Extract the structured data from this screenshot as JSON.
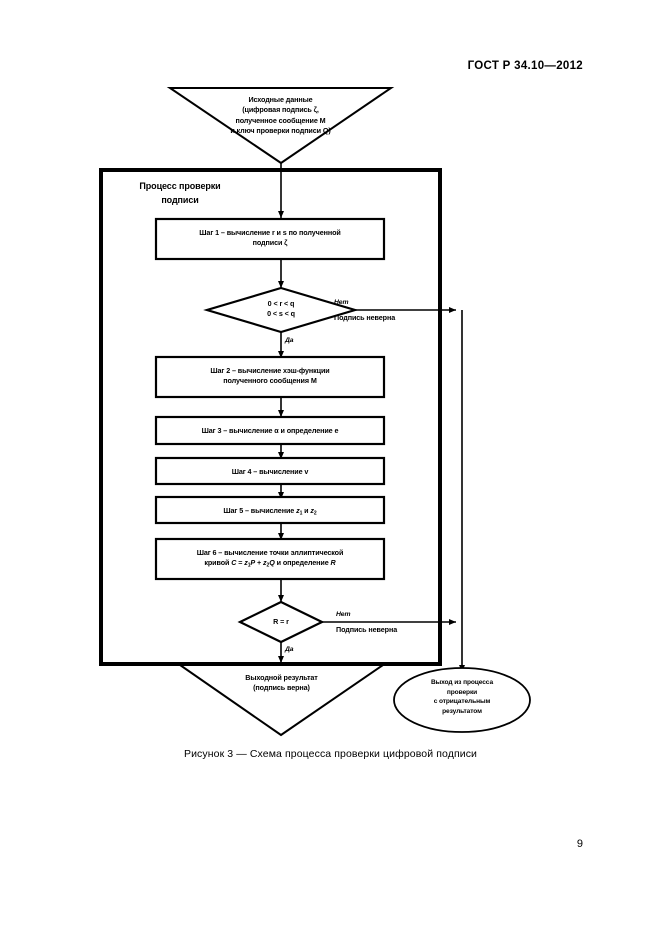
{
  "document": {
    "header": "ГОСТ Р 34.10—2012",
    "page_number": "9",
    "figure_caption": "Рисунок 3 — Схема процесса проверки цифровой подписи"
  },
  "colors": {
    "ink": "#000000",
    "paper": "#ffffff"
  },
  "flowchart": {
    "type": "flowchart",
    "title": "Схема процесса проверки цифровой подписи",
    "input": {
      "shape": "inverted-trapezoid",
      "line1": "Исходные данные",
      "line2": "(цифровая подпись ζ,",
      "line3": "полученное сообщение M",
      "line4": "и ключ проверки подписи Q)"
    },
    "container": {
      "shape": "rectangle-thick",
      "title_line1": "Процесс проверки",
      "title_line2": "подписи"
    },
    "steps": [
      {
        "id": "step1",
        "shape": "process",
        "line1": "Шаг 1 – вычисление r и s по полученной",
        "line2": "подписи ζ"
      },
      {
        "id": "step2",
        "shape": "process",
        "line1": "Шаг 2 – вычисление хэш-функции",
        "line2": "полученного сообщения M"
      },
      {
        "id": "step3",
        "shape": "process",
        "line1": "Шаг 3 – вычисление α и определение e",
        "line2": ""
      },
      {
        "id": "step4",
        "shape": "process",
        "line1": "Шаг 4 – вычисление v",
        "line2": ""
      },
      {
        "id": "step5",
        "shape": "process",
        "line1": "Шаг 5 – вычисление z1 и z2",
        "line2": ""
      },
      {
        "id": "step6",
        "shape": "process",
        "line1": "Шаг 6 – вычисление точки эллиптической",
        "line2": "кривой C = z1P + z2Q и определение R"
      }
    ],
    "decisions": [
      {
        "id": "decision1",
        "shape": "diamond",
        "line1": "0 < r < q",
        "line2": "0 < s < q",
        "yes_label": "Да",
        "no_label": "Нет",
        "no_text": "Подпись неверна"
      },
      {
        "id": "decision2",
        "shape": "diamond",
        "line1": "R = r",
        "line2": "",
        "yes_label": "Да",
        "no_label": "Нет",
        "no_text": "Подпись неверна"
      }
    ],
    "output_success": {
      "shape": "inverted-trapezoid",
      "line1": "Выходной результат",
      "line2": "(подпись верна)"
    },
    "output_failure": {
      "shape": "ellipse",
      "line1": "Выход из процесса",
      "line2": "проверки",
      "line3": "с отрицательным",
      "line4": "результатом"
    }
  }
}
